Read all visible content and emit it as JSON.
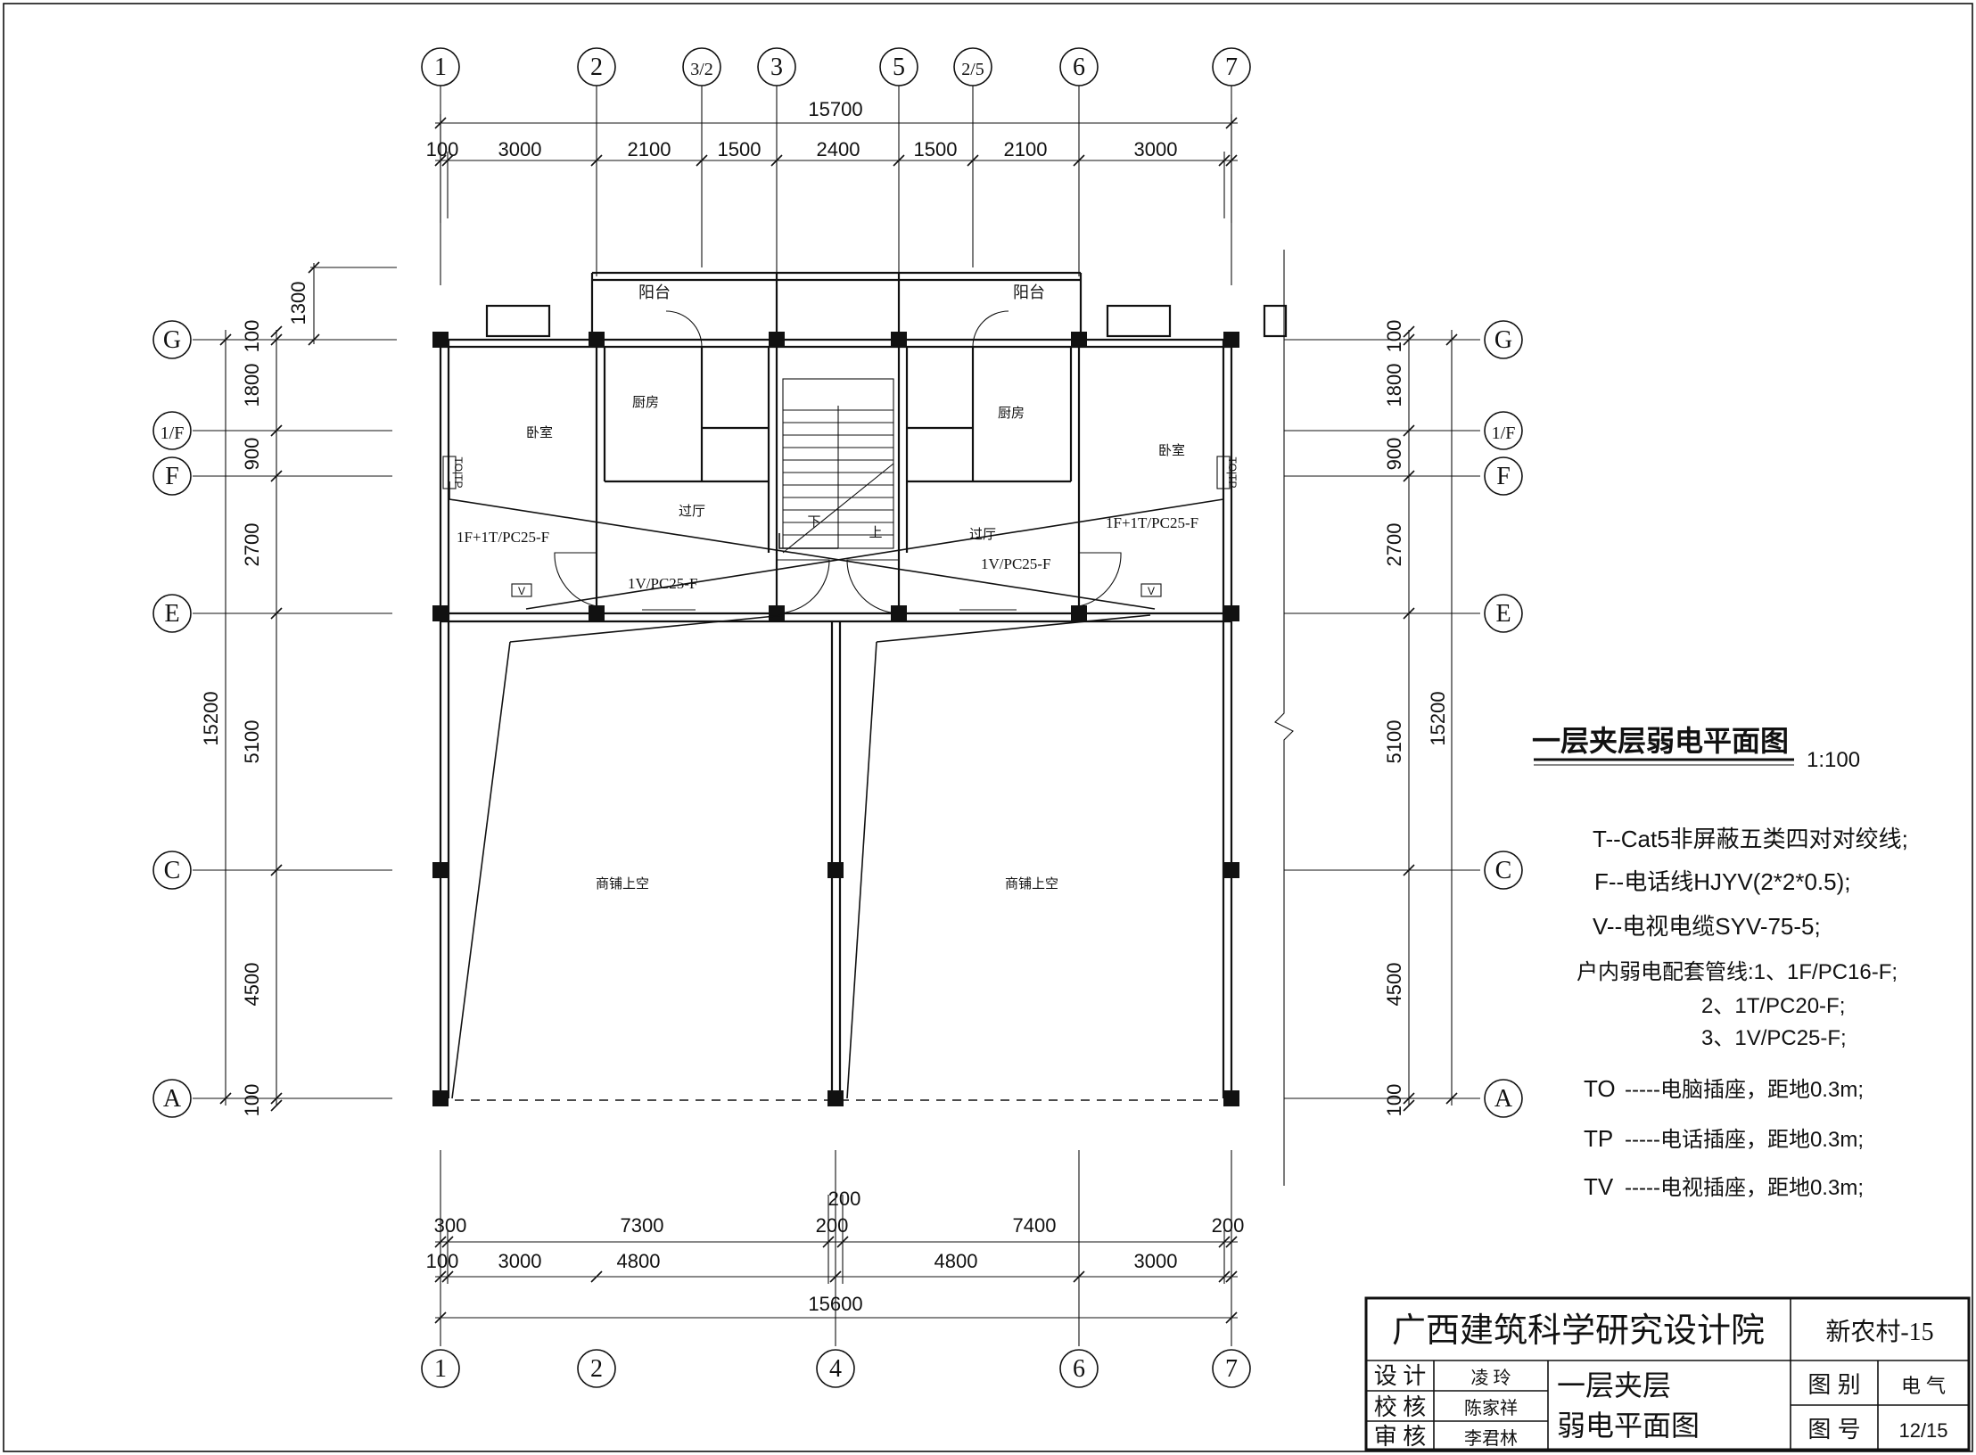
{
  "drawing_title": "一层夹层弱电平面图",
  "drawing_scale": "1:100",
  "axes_top": [
    "1",
    "2",
    "3/2",
    "3",
    "5",
    "2/5",
    "6",
    "7"
  ],
  "axes_bottom": [
    "1",
    "2",
    "4",
    "6",
    "7"
  ],
  "axes_left": [
    "G",
    "1/F",
    "F",
    "E",
    "C",
    "A"
  ],
  "axes_right": [
    "G",
    "1/F",
    "F",
    "E",
    "C",
    "A"
  ],
  "dims_top_total": "15700",
  "dims_top_segments": [
    "100",
    "3000",
    "2100",
    "1500",
    "2400",
    "1500",
    "2100",
    "3000"
  ],
  "dim_balcony": "1300",
  "dims_left_segments": [
    "100",
    "1800",
    "900",
    "2700",
    "5100",
    "4500",
    "100"
  ],
  "dims_left_total": "15200",
  "dims_right_segments": [
    "100",
    "1800",
    "900",
    "2700",
    "5100",
    "4500",
    "100"
  ],
  "dims_right_total": "15200",
  "dims_bottom_row1": [
    "300",
    "7300",
    "200",
    "200",
    "7400",
    "200"
  ],
  "dims_bottom_row2": [
    "100",
    "3000",
    "4800",
    "4800",
    "3000"
  ],
  "dims_bottom_total": "15600",
  "rooms": {
    "balcony_left": "阳台",
    "balcony_right": "阳台",
    "kitchen_left": "厨房",
    "kitchen_right": "厨房",
    "bedroom_left": "卧室",
    "bedroom_right": "卧室",
    "hall_left": "过厅",
    "hall_right": "过厅",
    "shop_left": "商铺上空",
    "shop_right": "商铺上空",
    "stair_down": "下",
    "stair_up": "上"
  },
  "wiring_labels": {
    "left_main": "1F+1T/PC25-F",
    "right_main": "1F+1T/PC25-F",
    "left_tv": "1V/PC25-F",
    "right_tv": "1V/PC25-F",
    "outlet_tp": "TO|TP",
    "outlet_tv": "V"
  },
  "legend": [
    "T--Cat5非屏蔽五类四对对绞线;",
    "F--电话线HJYV(2*2*0.5);",
    "V--电视电缆SYV-75-5;",
    "户内弱电配套管线:1、1F/PC16-F;",
    "2、1T/PC20-F;",
    "3、1V/PC25-F;"
  ],
  "outlets": [
    {
      "symbol": "TO",
      "text": "-----电脑插座，距地0.3m;"
    },
    {
      "symbol": "TP",
      "text": "-----电话插座，距地0.3m;"
    },
    {
      "symbol": "TV",
      "text": "-----电视插座，距地0.3m;"
    }
  ],
  "title_block": {
    "institute": "广西建筑科学研究设计院",
    "project": "新农村-15",
    "design_label": "设 计",
    "design_name": "凌 玲",
    "check_label": "校 核",
    "check_name": "陈家祥",
    "review_label": "审 核",
    "review_name": "李君林",
    "sheet_title_1": "一层夹层",
    "sheet_title_2": "弱电平面图",
    "category_label": "图 别",
    "category_value": "电 气",
    "number_label": "图 号",
    "number_value": "12/15"
  }
}
